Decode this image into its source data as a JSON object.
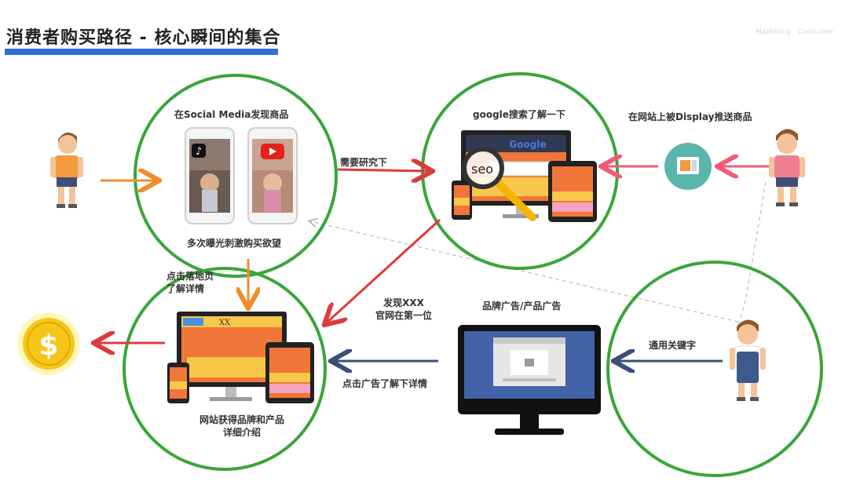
{
  "title": "消费者购买路径 - 核心瞬间的集合",
  "watermark": "Marketing · Consumer",
  "nodes": {
    "social": {
      "top": "在Social Media发现商品",
      "bottom": "多次曝光刺激购买欲望"
    },
    "google": {
      "top": "google搜索了解一下",
      "search_text": "seo",
      "search_button": "search",
      "logo": "Google"
    },
    "website": {
      "bottom_line1": "网站获得品牌和产品",
      "bottom_line2": "详细介绍",
      "banner": "XX"
    },
    "display": "在网站上被Display推送商品",
    "keyword": "通用关键字",
    "ad_monitor": "品牌广告/产品广告"
  },
  "edges": {
    "research": "需要研究下",
    "landing_line1": "点击落地页",
    "landing_line2": "了解详情",
    "found_line1": "发现XXX",
    "found_line2": "官网在第一位",
    "click_ad": "点击广告了解下详情"
  },
  "coin_symbol": "$",
  "colors": {
    "circle": "#3aa53a",
    "orange_arrow": "#f08c2a",
    "red_arrow": "#dd3b3b",
    "pink_arrow": "#ef5c7a",
    "navy_arrow": "#3b4e7a",
    "title_bar": "#2f6fd8",
    "coin": "#f6c51a"
  }
}
